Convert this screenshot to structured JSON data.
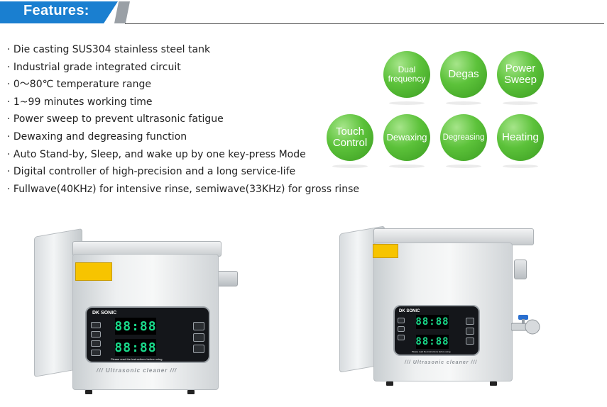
{
  "header": {
    "title": "Features:"
  },
  "features": [
    "· Die casting SUS304 stainless steel tank",
    "· Industrial grade integrated circuit",
    "· 0～80℃ temperature range",
    "· 1~99 minutes working time",
    "· Power sweep to prevent ultrasonic fatigue",
    "· Dewaxing and degreasing function",
    "· Auto Stand-by, Sleep, and wake up by one key-press Mode",
    "· Digital controller of high-precision and a long service-life",
    "· Fullwave(40KHz) for intensive rinse, semiwave(33KHz) for gross rinse"
  ],
  "badges": [
    {
      "line1": "Dual",
      "line2": "frequency"
    },
    {
      "line1": "Degas",
      "line2": ""
    },
    {
      "line1": "Power",
      "line2": "Sweep"
    },
    {
      "line1": "Touch",
      "line2": "Control"
    },
    {
      "line1": "Dewaxing",
      "line2": ""
    },
    {
      "line1": "Degreasing",
      "line2": ""
    },
    {
      "line1": "Heating",
      "line2": ""
    }
  ],
  "machines": [
    {
      "brand": "DK SONIC",
      "display1": "88:88",
      "display2": "88:88",
      "note": "Please read the instructions before using",
      "logo": "/// Ultrasonic cleaner ///"
    },
    {
      "brand": "DK SONIC",
      "display1": "88:88",
      "display2": "88:88",
      "note": "Please read the instructions before using",
      "logo": "/// Ultrasonic cleaner ///"
    }
  ],
  "colors": {
    "header_blue": "#1a7fd0",
    "badge_green": "#5cc23a",
    "display_green": "#19d98a"
  }
}
